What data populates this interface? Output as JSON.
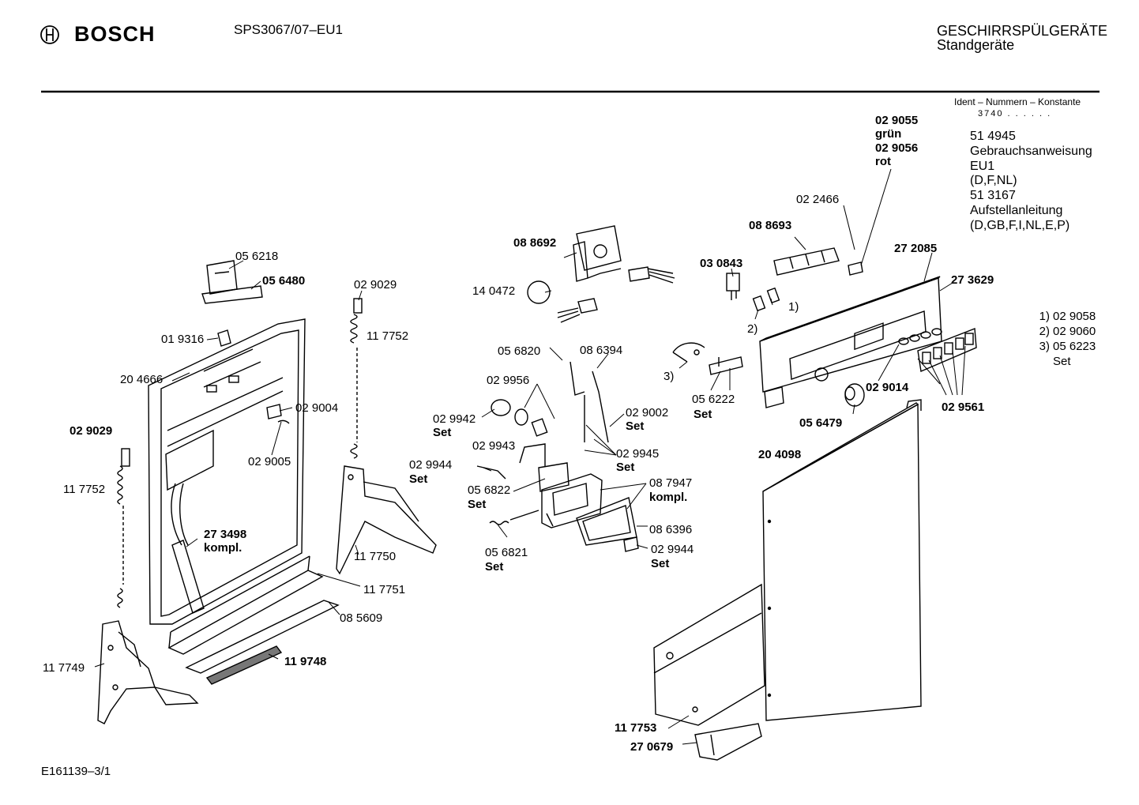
{
  "header": {
    "brand": "BOSCH",
    "model": "SPS3067/07–EU1",
    "category_line1": "GESCHIRRSPÜLGERÄTE",
    "category_line2": "Standgeräte"
  },
  "ident": {
    "label": "Ident – Nummern – Konstante",
    "value": "3740 . . . . . ."
  },
  "documents": [
    "51 4945",
    "Gebrauchsanweisung",
    "EU1",
    "(D,F,NL)",
    "51 3167",
    "Aufstellanleitung",
    "(D,GB,F,I,NL,E,P)"
  ],
  "references": [
    {
      "key": "1)",
      "value": "02 9058"
    },
    {
      "key": "2)",
      "value": "02 9060"
    },
    {
      "key": "3)",
      "value": "05 6223"
    },
    {
      "key": "",
      "value": "Set"
    }
  ],
  "footer": {
    "code": "E161139–3/1"
  },
  "parts": {
    "p029055": "02 9055",
    "gruen": "grün",
    "p029056": "02 9056",
    "rot": "rot",
    "p022466": "02 2466",
    "p088693": "08 8693",
    "p272085": "27 2085",
    "p273629": "27 3629",
    "p088692": "08 8692",
    "p030843": "03 0843",
    "p140472": "14 0472",
    "n1": "1)",
    "n2": "2)",
    "n3": "3)",
    "p056218": "05 6218",
    "p056480": "05 6480",
    "p019316": "01 9316",
    "p029029a": "02 9029",
    "p117752a": "11 7752",
    "p204666": "20 4666",
    "p029004": "02 9004",
    "p029005": "02 9005",
    "p029029b": "02 9029",
    "p117752b": "11 7752",
    "p273498": "27 3498",
    "kompl1": "kompl.",
    "p117750": "11 7750",
    "p117751": "11 7751",
    "p085609": "08 5609",
    "p119748": "11 9748",
    "p117749": "11 7749",
    "p056820": "05 6820",
    "p086394": "08 6394",
    "p029956": "02 9956",
    "p029942": "02 9942",
    "set1": "Set",
    "p029002": "02 9002",
    "set2": "Set",
    "p029943": "02 9943",
    "p029944a": "02 9944",
    "set3": "Set",
    "p029945": "02 9945",
    "set4": "Set",
    "p056822": "05 6822",
    "set5": "Set",
    "p087947": "08 7947",
    "kompl2": "kompl.",
    "p086396": "08 6396",
    "p056821": "05 6821",
    "set6": "Set",
    "p029944b": "02 9944",
    "set7": "Set",
    "p056222": "05 6222",
    "set8": "Set",
    "p029014": "02 9014",
    "p056479": "05 6479",
    "p029561": "02 9561",
    "p204098": "20 4098",
    "p117753": "11 7753",
    "p270679": "27 0679"
  },
  "colors": {
    "line": "#000000",
    "background": "#ffffff"
  }
}
